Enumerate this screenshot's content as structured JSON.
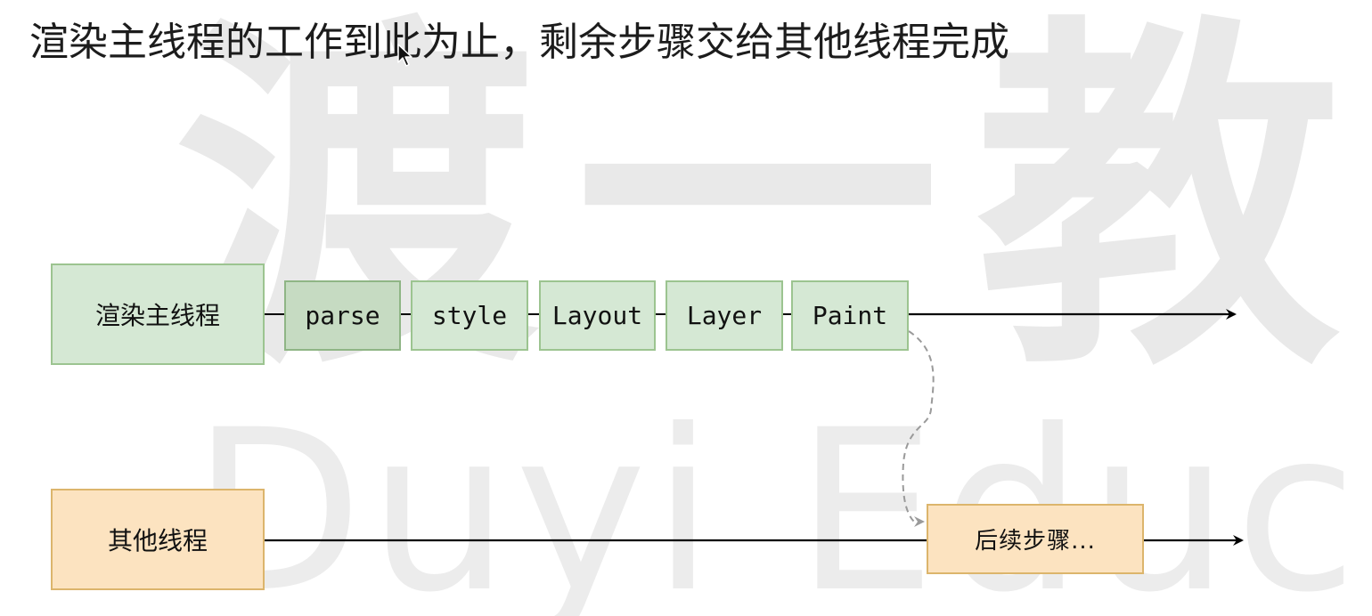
{
  "title": "渲染主线程的工作到此为止，剩余步骤交给其他线程完成",
  "watermark": {
    "brand_cjk": "渡一教",
    "brand_latin": "Duyi Educat"
  },
  "main_thread": {
    "label": "渲染主线程",
    "steps": [
      "parse",
      "style",
      "Layout",
      "Layer",
      "Paint"
    ]
  },
  "other_thread": {
    "label": "其他线程",
    "next_step": "后续步骤..."
  },
  "colors": {
    "main_fill": "#d5e8d4",
    "main_border": "#9cc490",
    "other_fill": "#fce3c0",
    "other_border": "#dcb56c",
    "connector": "#000000",
    "handoff_dashed": "#999999",
    "watermark": "#e9e9e9"
  }
}
